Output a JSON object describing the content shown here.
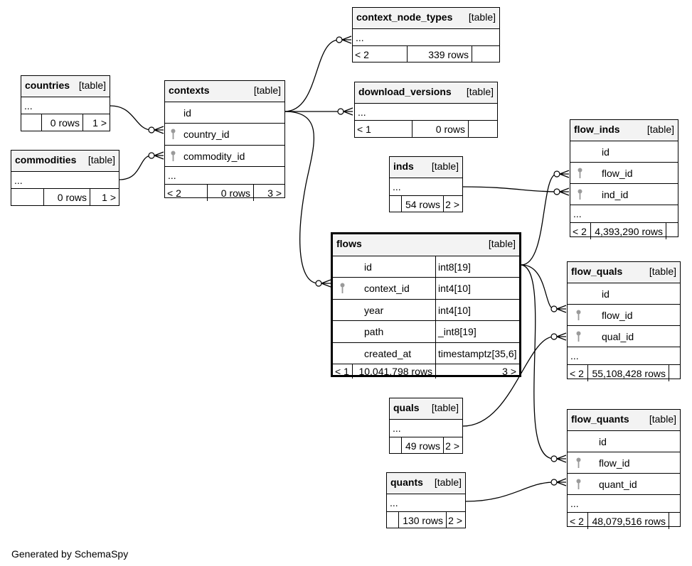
{
  "tables": {
    "countries": {
      "name": "countries",
      "type": "[table]",
      "dots": "...",
      "rows": "0 rows",
      "right": "1 >"
    },
    "commodities": {
      "name": "commodities",
      "type": "[table]",
      "dots": "...",
      "rows": "0 rows",
      "right": "1 >"
    },
    "contexts": {
      "name": "contexts",
      "type": "[table]",
      "columns": [
        {
          "name": "id",
          "key": false
        },
        {
          "name": "country_id",
          "key": true
        },
        {
          "name": "commodity_id",
          "key": true
        }
      ],
      "dots": "...",
      "left": "< 2",
      "rows": "0 rows",
      "right": "3 >"
    },
    "context_node_types": {
      "name": "context_node_types",
      "type": "[table]",
      "dots": "...",
      "left": "< 2",
      "rows": "339 rows"
    },
    "download_versions": {
      "name": "download_versions",
      "type": "[table]",
      "dots": "...",
      "left": "< 1",
      "rows": "0 rows"
    },
    "inds": {
      "name": "inds",
      "type": "[table]",
      "dots": "...",
      "rows": "54 rows",
      "right": "2 >"
    },
    "flows": {
      "name": "flows",
      "type": "[table]",
      "columns": [
        {
          "name": "id",
          "type": "int8[19]",
          "key": false
        },
        {
          "name": "context_id",
          "type": "int4[10]",
          "key": true
        },
        {
          "name": "year",
          "type": "int4[10]",
          "key": false
        },
        {
          "name": "path",
          "type": "_int8[19]",
          "key": false
        },
        {
          "name": "created_at",
          "type": "timestamptz[35,6]",
          "key": false
        }
      ],
      "left": "< 1",
      "rows": "10,041,798 rows",
      "right": "3 >"
    },
    "flow_inds": {
      "name": "flow_inds",
      "type": "[table]",
      "columns": [
        {
          "name": "id",
          "key": false
        },
        {
          "name": "flow_id",
          "key": true
        },
        {
          "name": "ind_id",
          "key": true
        }
      ],
      "dots": "...",
      "left": "< 2",
      "rows": "4,393,290 rows"
    },
    "flow_quals": {
      "name": "flow_quals",
      "type": "[table]",
      "columns": [
        {
          "name": "id",
          "key": false
        },
        {
          "name": "flow_id",
          "key": true
        },
        {
          "name": "qual_id",
          "key": true
        }
      ],
      "dots": "...",
      "left": "< 2",
      "rows": "55,108,428 rows"
    },
    "quals": {
      "name": "quals",
      "type": "[table]",
      "dots": "...",
      "rows": "49 rows",
      "right": "2 >"
    },
    "flow_quants": {
      "name": "flow_quants",
      "type": "[table]",
      "columns": [
        {
          "name": "id",
          "key": false
        },
        {
          "name": "flow_id",
          "key": true
        },
        {
          "name": "quant_id",
          "key": true
        }
      ],
      "dots": "...",
      "left": "< 2",
      "rows": "48,079,516 rows"
    },
    "quants": {
      "name": "quants",
      "type": "[table]",
      "dots": "...",
      "rows": "130 rows",
      "right": "2 >"
    }
  },
  "footer": {
    "generated_by": "Generated by SchemaSpy"
  },
  "colors": {
    "header_bg": "#f3f3f3",
    "key_icon": "#9a9a9a",
    "line": "#000000"
  },
  "icons": {
    "foreign_key": "key-icon"
  }
}
